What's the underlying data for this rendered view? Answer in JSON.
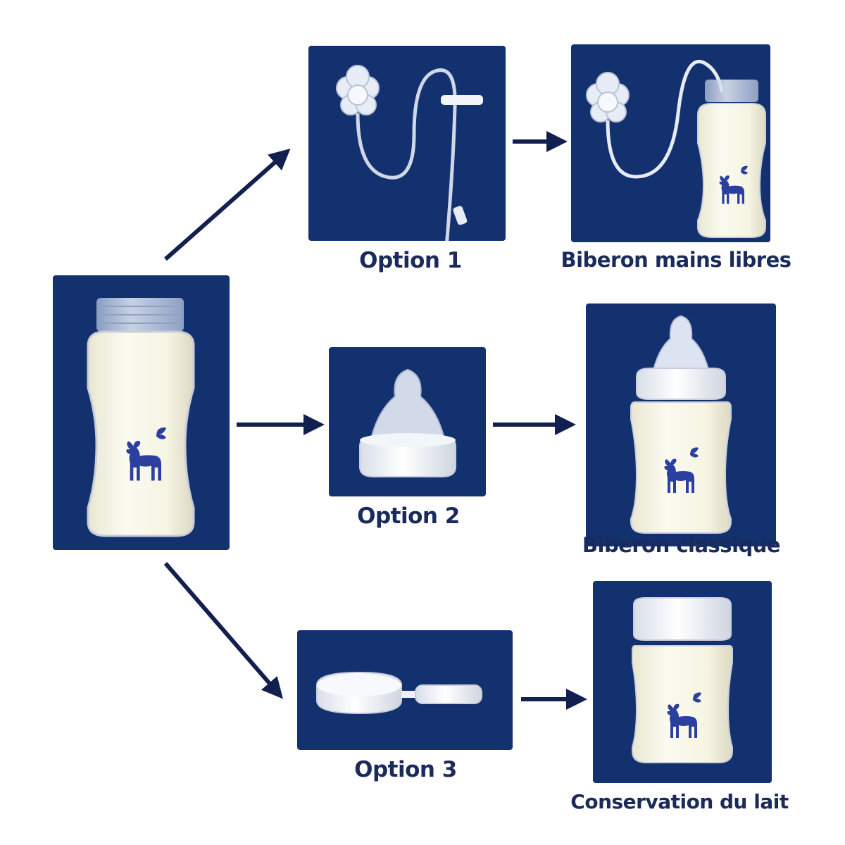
{
  "options": [
    {
      "id": "option-1",
      "label": "Option 1",
      "result": "Biberon mains libres"
    },
    {
      "id": "option-2",
      "label": "Option 2",
      "result": "Biberon classique"
    },
    {
      "id": "option-3",
      "label": "Option 3",
      "result": "Conservation du lait"
    }
  ],
  "colors": {
    "tile_background": "#12316e",
    "label_text": "#1b2a5c",
    "arrow": "#12204f",
    "milk": "#f7f5e4",
    "deer": "#2a3fa0"
  },
  "icons": {
    "base": "baby-bottle-icon",
    "option_1": "hands-free-tube-icon",
    "option_2": "nipple-teat-icon",
    "option_3": "storage-lid-icon"
  }
}
